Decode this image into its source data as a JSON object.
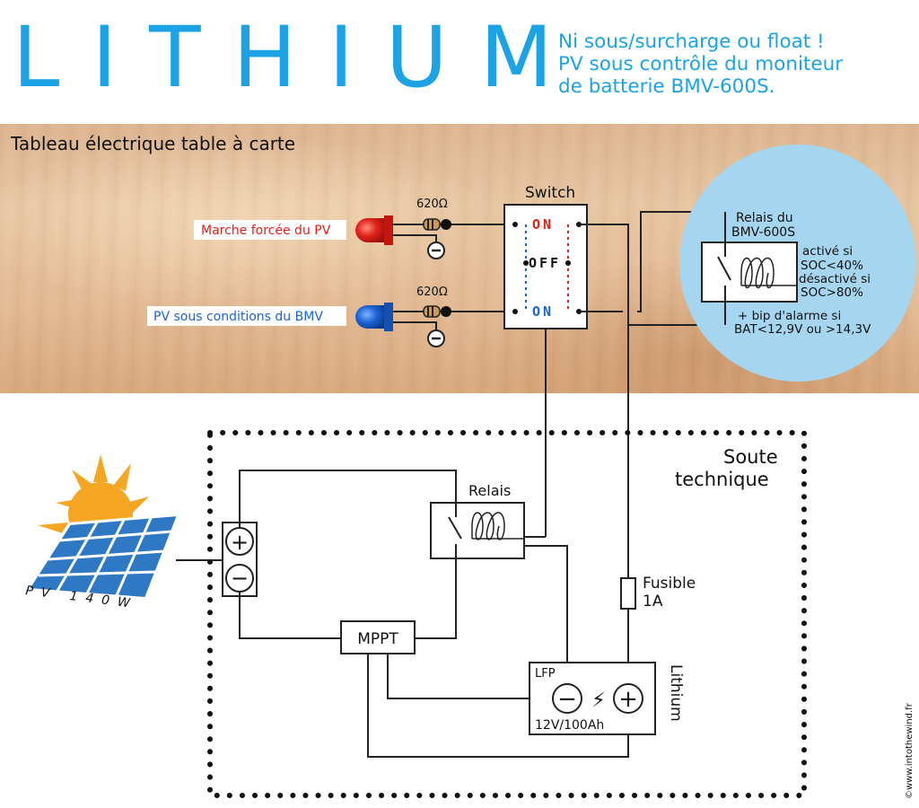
{
  "header": {
    "title": "LITHIUM",
    "subtitle_lines": [
      "Ni sous/surcharge ou float !",
      "PV sous contrôle du moniteur",
      "de batterie BMV-600S."
    ]
  },
  "panel": {
    "label": "Tableau électrique table à carte",
    "led_red_label": "Marche forcée du PV",
    "led_blue_label": "PV sous conditions du BMV",
    "resistor_value_top": "620Ω",
    "resistor_value_bottom": "620Ω",
    "switch_title": "Switch",
    "switch_on_top": "ON",
    "switch_off": "OFF",
    "switch_on_bottom": "ON"
  },
  "bmv_relay": {
    "title_lines": [
      "Relais du",
      "BMV-600S"
    ],
    "active_lines": [
      "activé si",
      "SOC<40%"
    ],
    "inactive_lines": [
      "désactivé si",
      "SOC>80%"
    ],
    "alarm_lines": [
      "+ bip d'alarme si",
      "BAT<12,9V ou >14,3V"
    ]
  },
  "compartment": {
    "label_lines": [
      "Soute",
      "technique"
    ],
    "relay_label": "Relais",
    "fuse_lines": [
      "Fusible",
      "1A"
    ],
    "mppt_label": "MPPT",
    "battery_type": "LFP",
    "battery_spec": "12V/100Ah",
    "battery_name": "Lithium",
    "plus_symbol": "+",
    "minus_symbol": "−",
    "bolt_symbol": "⚡"
  },
  "pv": {
    "label": "PV  140W"
  },
  "credit": "©www.intothewind.fr",
  "colors": {
    "title_blue": "#1ba3e6",
    "led_red": "#e0221b",
    "led_blue": "#1c63d6",
    "relay_bubble": "#a6d5ef",
    "switch_red": "#e0221b",
    "switch_blue": "#1c63d6",
    "sun": "#f5a623",
    "panel_blue": "#2f78c4"
  }
}
